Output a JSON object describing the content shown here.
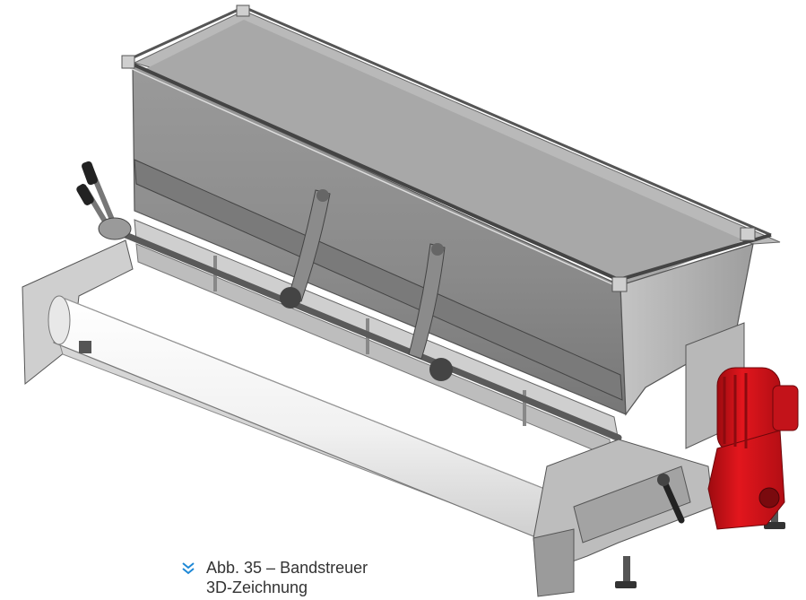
{
  "figure": {
    "subject": "Bandstreuer 3D-Zeichnung"
  },
  "caption": {
    "line1": "Abb. 35 – Bandstreuer",
    "line2": "3D-Zeichnung",
    "icon": "double-chevron-down-icon",
    "accent_color": "#1e88d6"
  },
  "colors": {
    "steel_light": "#d8d8d8",
    "steel_mid": "#a9a9a9",
    "steel_dark": "#6e6e6e",
    "motor_red": "#d8141b",
    "belt_white": "#f4f4f4"
  }
}
